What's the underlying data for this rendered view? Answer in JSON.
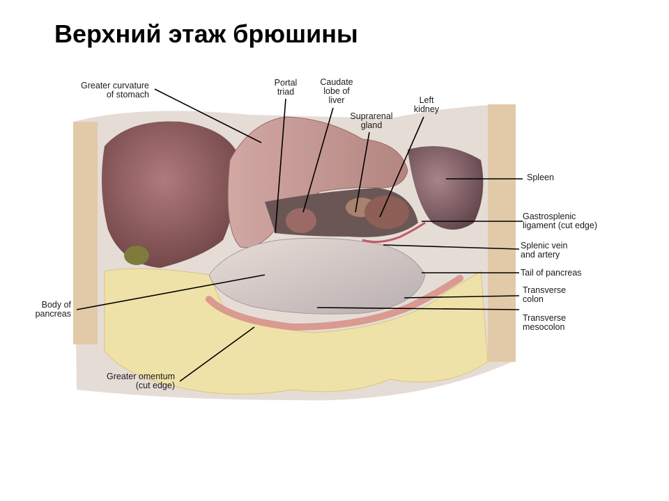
{
  "title": "Верхний этаж брюшины",
  "labels": {
    "greater_curvature": "Greater curvature\nof stomach",
    "portal_triad": "Portal\ntriad",
    "caudate_lobe": "Caudate\nlobe of\nliver",
    "suprarenal_gland": "Suprarenal\ngland",
    "left_kidney": "Left\nkidney",
    "spleen": "Spleen",
    "gastrosplenic": "Gastrosplenic\nligament (cut edge)",
    "splenic_vessels": "Splenic vein\nand artery",
    "tail_pancreas": "Tail of pancreas",
    "transverse_colon": "Transverse\ncolon",
    "transverse_mesocolon": "Transverse\nmesocolon",
    "body_pancreas": "Body of\npancreas",
    "greater_omentum": "Greater omentum\n(cut edge)"
  }
}
